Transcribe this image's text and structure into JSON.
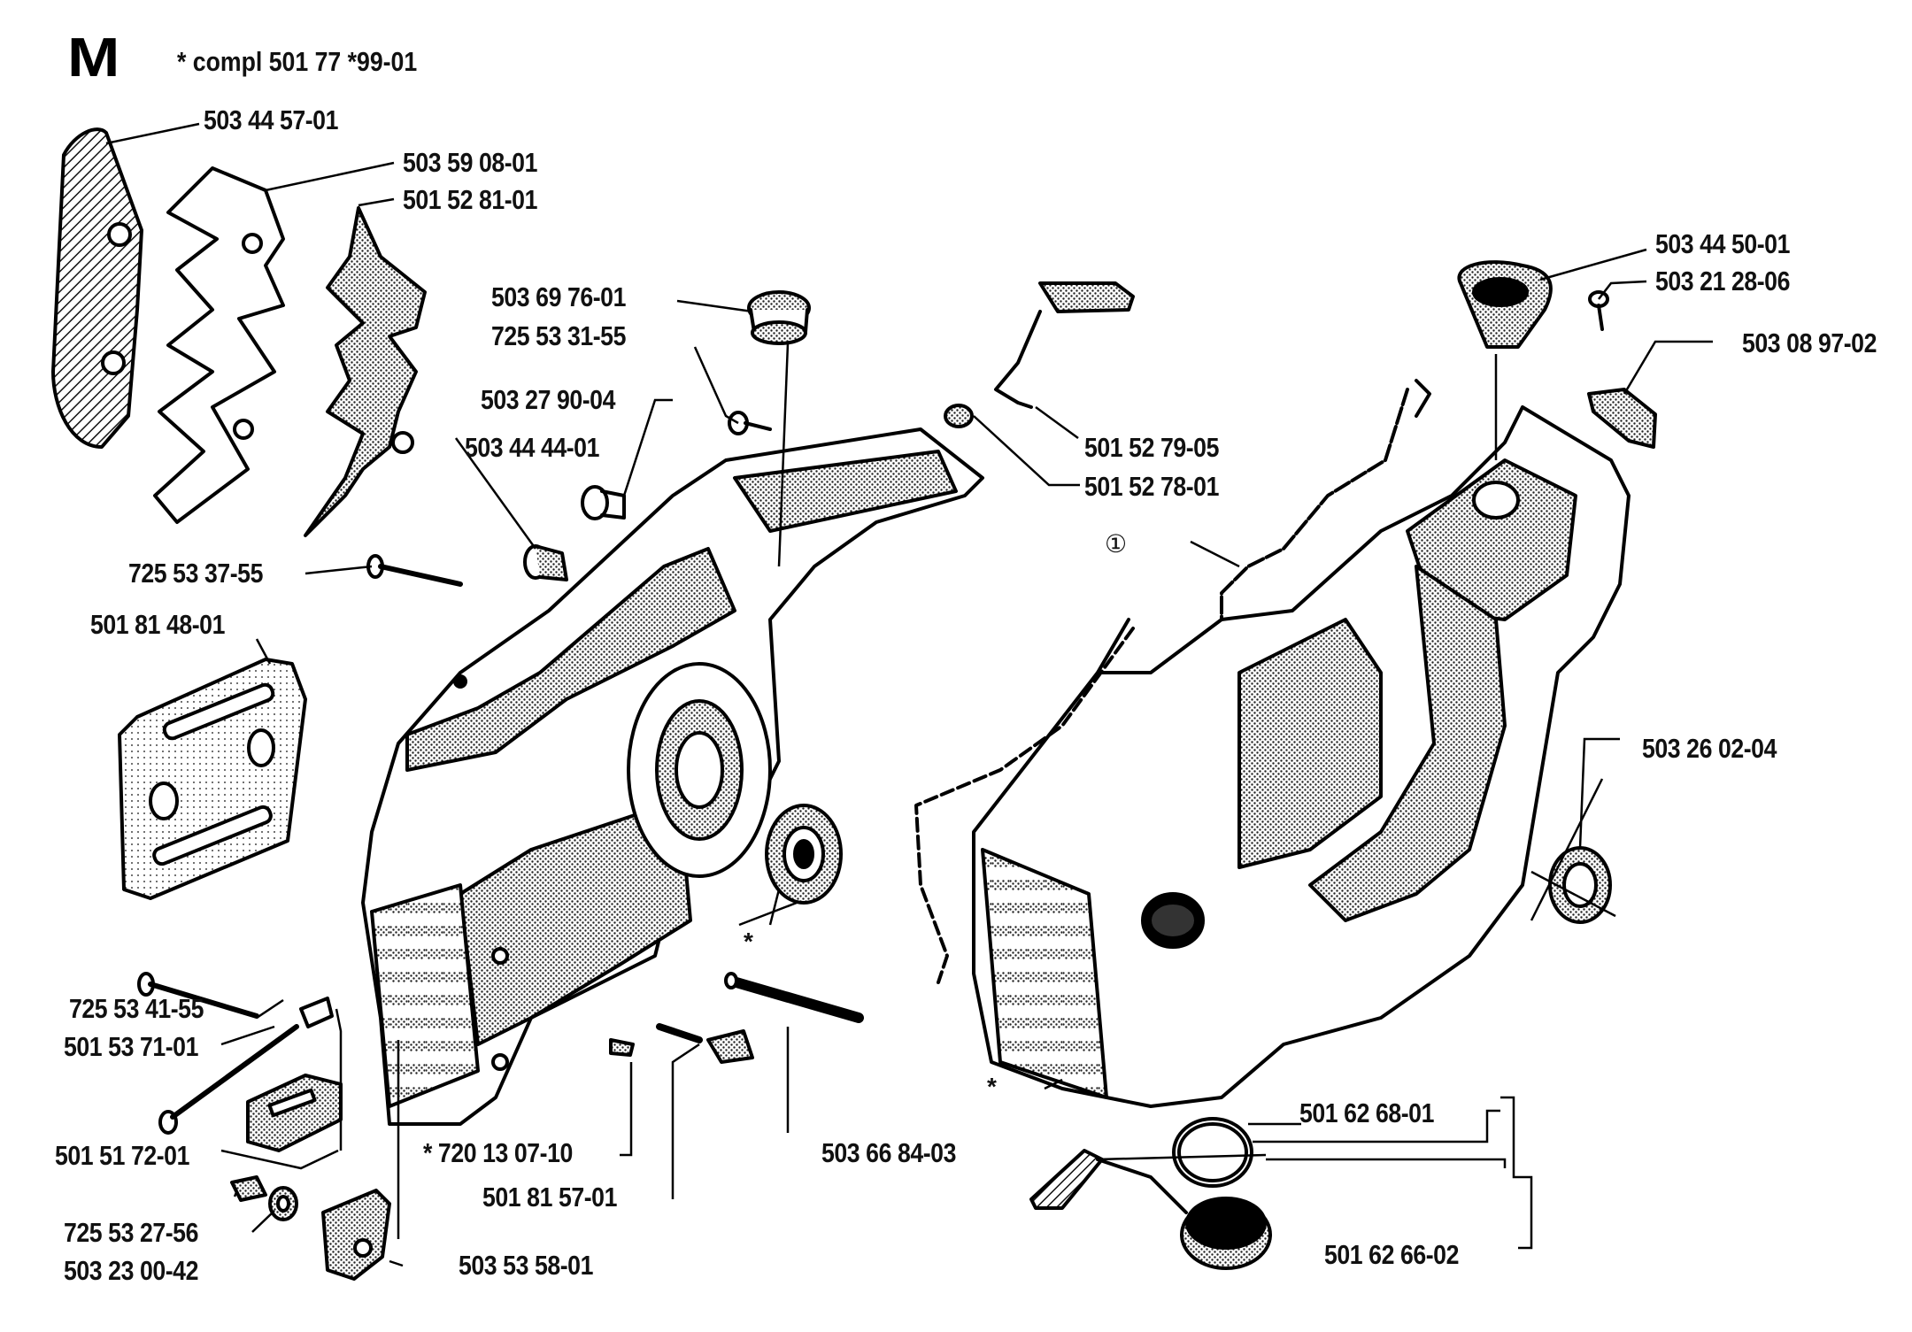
{
  "diagram": {
    "section_letter": "M",
    "header": "* compl 501 77 *99-01",
    "marker_circled_1": "①",
    "asterisk": "*",
    "labels": {
      "p01": "503 44 57-01",
      "p02": "503 59 08-01",
      "p03": "501 52 81-01",
      "p04": "503 69 76-01",
      "p05": "725 53 31-55",
      "p06": "503 27 90-04",
      "p07": "503 44 44-01",
      "p08": "725 53 37-55",
      "p09": "501 81 48-01",
      "p10": "501 52 79-05",
      "p11": "501 52 78-01",
      "p12": "503 44 50-01",
      "p13": "503 21 28-06",
      "p14": "503 08 97-02",
      "p15": "503 26 02-04",
      "p16": "725 53 41-55",
      "p17": "501 53 71-01",
      "p18": "501 51 72-01",
      "p19": "725 53 27-56",
      "p20": "503 23 00-42",
      "p21": "503 53 58-01",
      "p22": "* 720 13 07-10",
      "p23": "501 81 57-01",
      "p24": "503 66 84-03",
      "p25": "501 62 68-01",
      "p26": "501 62 66-02"
    }
  }
}
